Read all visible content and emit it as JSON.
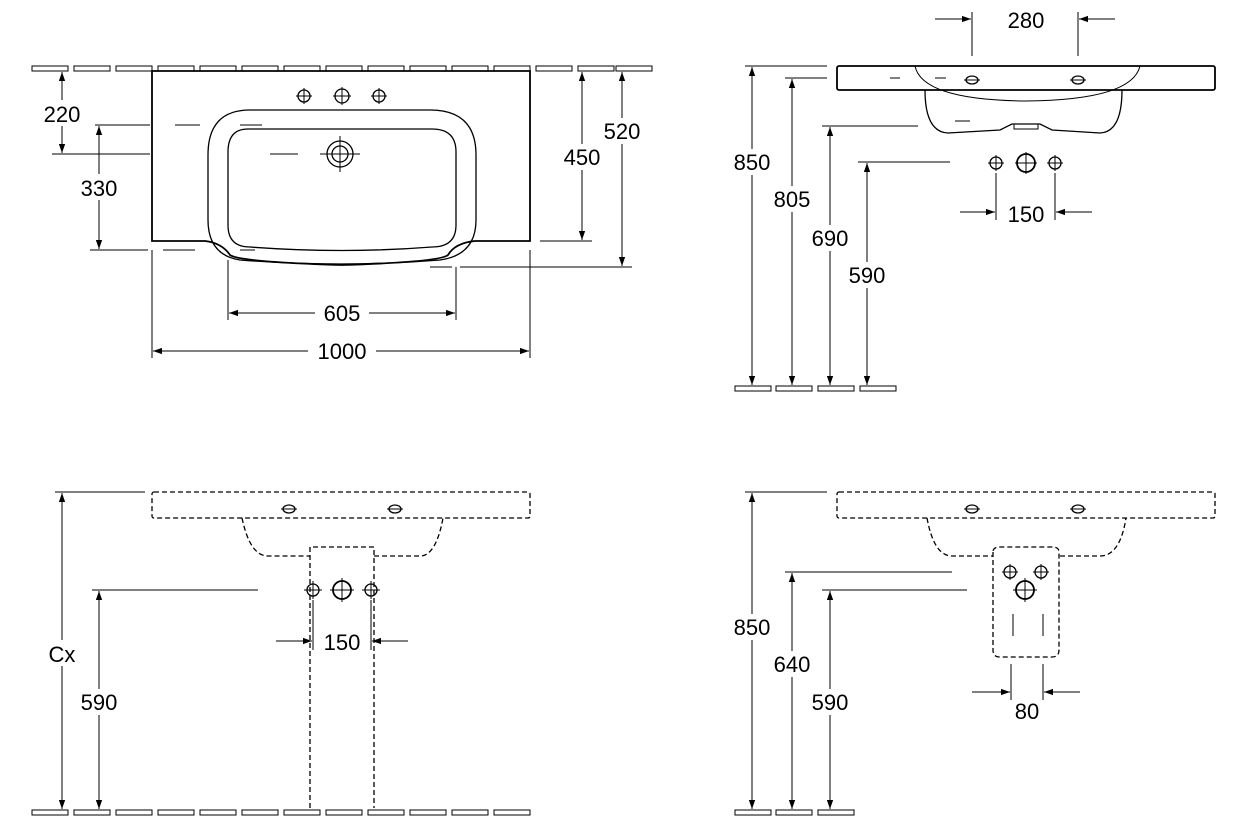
{
  "views": {
    "top_view": {
      "dim_depth_back": "220",
      "dim_bowl_depth": "330",
      "dim_depth_mid": "450",
      "dim_depth_total": "520",
      "dim_bowl_width": "605",
      "dim_total_width": "1000"
    },
    "side_view": {
      "dim_tap_spacing": "280",
      "dim_height_total": "850",
      "dim_height_rim": "805",
      "dim_height_bowl": "690",
      "dim_height_waste": "590",
      "dim_waste_spacing": "150"
    },
    "pedestal_front_view": {
      "dim_height_variable": "Cx",
      "dim_height_waste": "590",
      "dim_waste_spacing": "150"
    },
    "semi_pedestal_view": {
      "dim_height_total": "850",
      "dim_height_upper": "640",
      "dim_height_waste": "590",
      "dim_waste_spacing": "80"
    }
  }
}
